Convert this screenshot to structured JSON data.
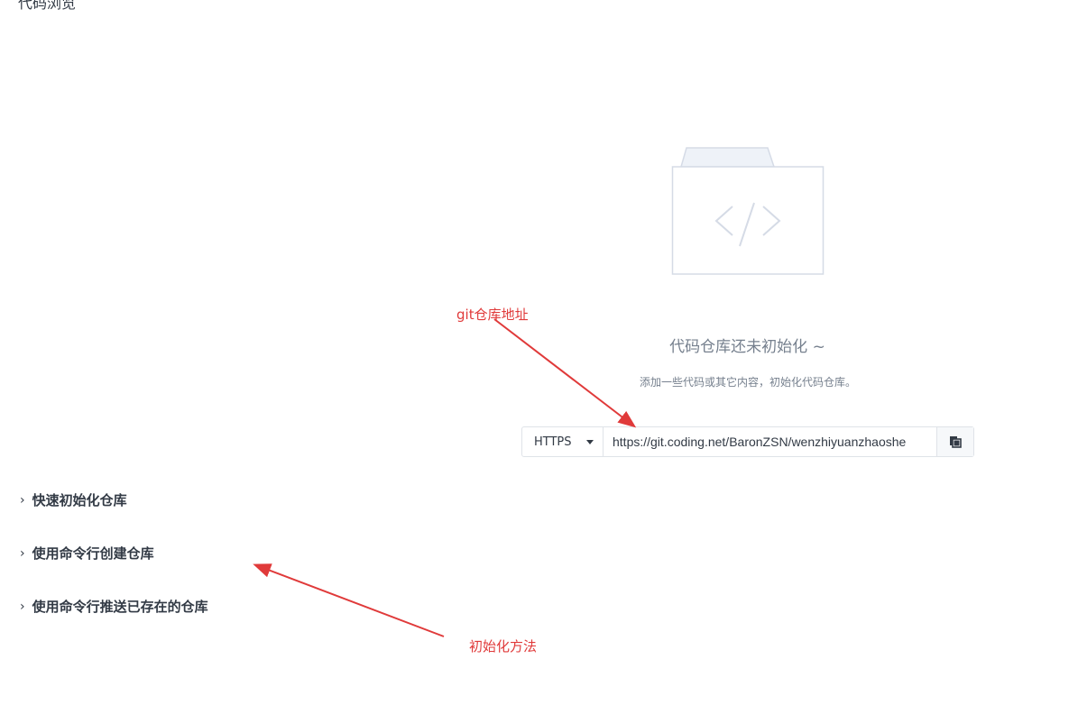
{
  "page": {
    "title": "代码浏览"
  },
  "empty_state": {
    "icon": "code-folder-icon",
    "title": "代码仓库还未初始化 ~",
    "description": "添加一些代码或其它内容，初始化代码仓库。"
  },
  "clone": {
    "protocol": "HTTPS",
    "url": "https://git.coding.net/BaronZSN/wenzhiyuanzhaoshe",
    "copy_icon": "copy-icon"
  },
  "sections": [
    {
      "label": "快速初始化仓库"
    },
    {
      "label": "使用命令行创建仓库"
    },
    {
      "label": "使用命令行推送已存在的仓库"
    }
  ],
  "annotations": {
    "repo_address": "git仓库地址",
    "init_method": "初始化方法",
    "color": "#e03a3a"
  }
}
